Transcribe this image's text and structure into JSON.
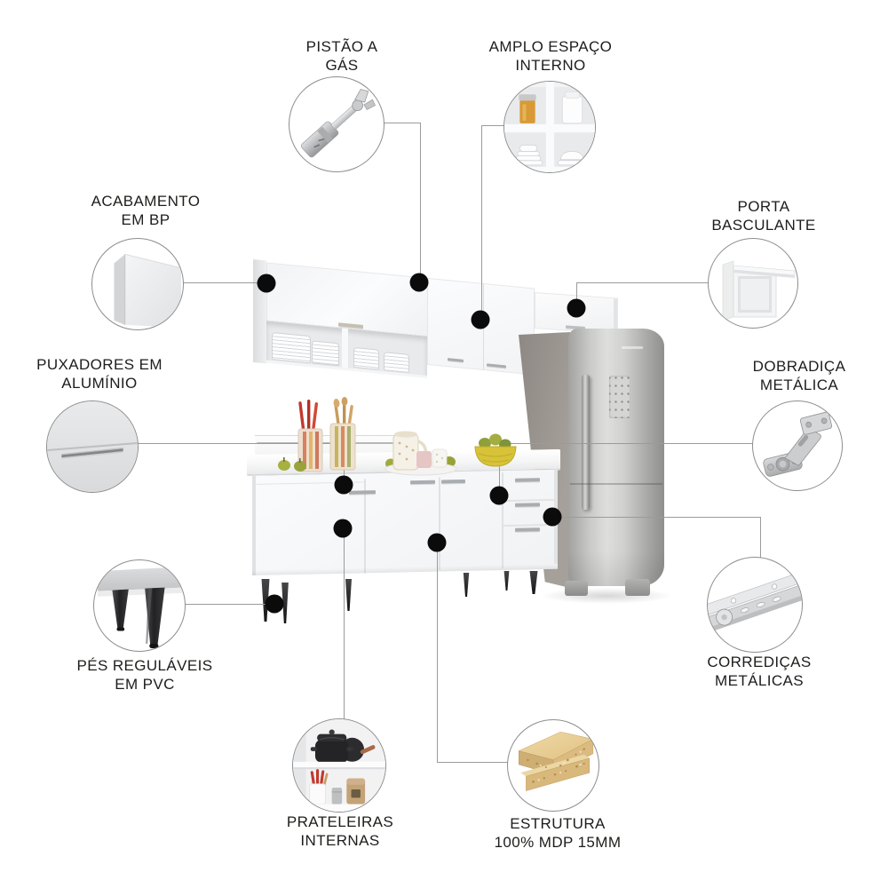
{
  "infographic": {
    "type": "product-feature-callout-diagram",
    "subject": "kitchen cabinet set with refrigerator",
    "colors": {
      "background": "#ffffff",
      "text": "#1d1d1b",
      "callout_line": "#9b9b9b",
      "callout_dot": "#0b0b0b",
      "circle_border": "#8d8d8d",
      "cabinet_white": "#f7f8f9",
      "refrigerator_steel": "#c9c9c7",
      "leg_black": "#2a2a2c",
      "mdp_wood": "#dcbb80"
    },
    "features": [
      {
        "id": "pistao-a-gas",
        "lines": [
          "PISTÃO A",
          "GÁS"
        ],
        "icon": "gas-piston-photo"
      },
      {
        "id": "amplo-espaco-interno",
        "lines": [
          "AMPLO ESPAÇO",
          "INTERNO"
        ],
        "icon": "cabinet-interior-photo"
      },
      {
        "id": "acabamento-em-bp",
        "lines": [
          "ACABAMENTO",
          "EM BP"
        ],
        "icon": "bp-finish-photo"
      },
      {
        "id": "porta-basculante",
        "lines": [
          "PORTA",
          "BASCULANTE"
        ],
        "icon": "flip-door-photo"
      },
      {
        "id": "puxadores-em-aluminio",
        "lines": [
          "PUXADORES EM",
          "ALUMÍNIO"
        ],
        "icon": "aluminum-handle-photo"
      },
      {
        "id": "dobradica-metalica",
        "lines": [
          "DOBRADIÇA",
          "METÁLICA"
        ],
        "icon": "metal-hinge-photo"
      },
      {
        "id": "pes-regulaveis-em-pvc",
        "lines": [
          "PÉS REGULÁVEIS",
          "EM PVC"
        ],
        "icon": "pvc-feet-photo"
      },
      {
        "id": "corredicas-metalicas",
        "lines": [
          "CORREDIÇAS",
          "METÁLICAS"
        ],
        "icon": "metal-slide-photo"
      },
      {
        "id": "prateleiras-internas",
        "lines": [
          "PRATELEIRAS",
          "INTERNAS"
        ],
        "icon": "internal-shelves-photo"
      },
      {
        "id": "estrutura-mdp",
        "lines": [
          "ESTRUTURA",
          "100% MDP 15MM"
        ],
        "icon": "mdp-board-photo"
      }
    ]
  }
}
